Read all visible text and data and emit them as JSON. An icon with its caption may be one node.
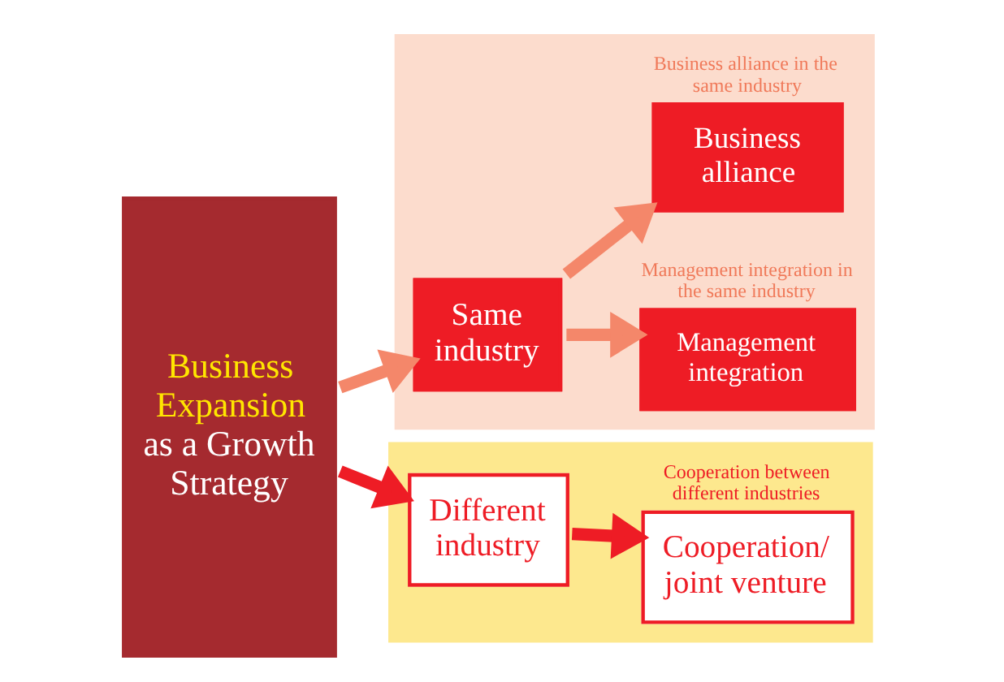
{
  "diagram": {
    "nodes": [
      {
        "text": [
          "Business Expansion",
          "as a Growth Strategy"
        ]
      },
      {
        "text": [],
        "shape": "box"
      },
      {
        "text": [
          "Same industry"
        ],
        "in": 1
      },
      {
        "text": [
          "Management integration"
        ],
        "in": 1,
        "beside": [
          "Management integration in the same industry"
        ]
      },
      {
        "text": [
          "Business alliance"
        ],
        "in": 1,
        "beside": [
          "Business alliance in the same industry"
        ]
      },
      {
        "text": [],
        "shape": "box"
      },
      {
        "text": [
          "Different industry"
        ],
        "in": 5
      },
      {
        "text": [
          "Cooperation/ joint venture"
        ],
        "in": 5,
        "beside": [
          "Cooperation between different industries"
        ]
      }
    ],
    "edges": [
      {
        "from": 0,
        "to": 2,
        "arrow": "to"
      },
      {
        "from": 2,
        "to": 3,
        "arrow": "to"
      },
      {
        "from": 2,
        "to": 4,
        "arrow": "to"
      },
      {
        "from": 0,
        "to": 6,
        "arrow": "to",
        "color": "#ee1c25"
      },
      {
        "from": 6,
        "to": 7,
        "arrow": "to",
        "color": "#ee1c25"
      }
    ]
  }
}
